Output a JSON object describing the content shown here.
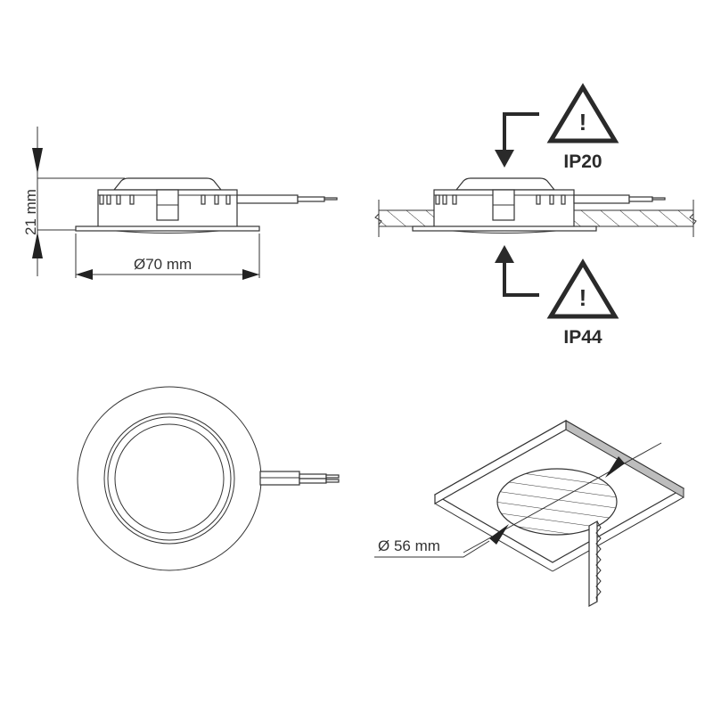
{
  "diagram": {
    "type": "technical-drawing",
    "subject": "recessed LED downlight installation",
    "colors": {
      "line": "#333333",
      "icon": "#2a2a2a",
      "edge_fill": "#bdbdbd",
      "background": "#ffffff"
    },
    "side_view": {
      "height_label": "21 mm",
      "diameter_label": "Ø70 mm"
    },
    "installed_view": {
      "top_rating": {
        "icon": "warning-triangle-icon",
        "mark": "!",
        "label": "IP20"
      },
      "bottom_rating": {
        "icon": "warning-triangle-icon",
        "mark": "!",
        "label": "IP44"
      }
    },
    "top_view": {
      "description": "front view of round fixture with twin-core cable"
    },
    "cutout_view": {
      "hole_diameter_label": "Ø 56 mm",
      "tool": "jigsaw-blade"
    }
  }
}
